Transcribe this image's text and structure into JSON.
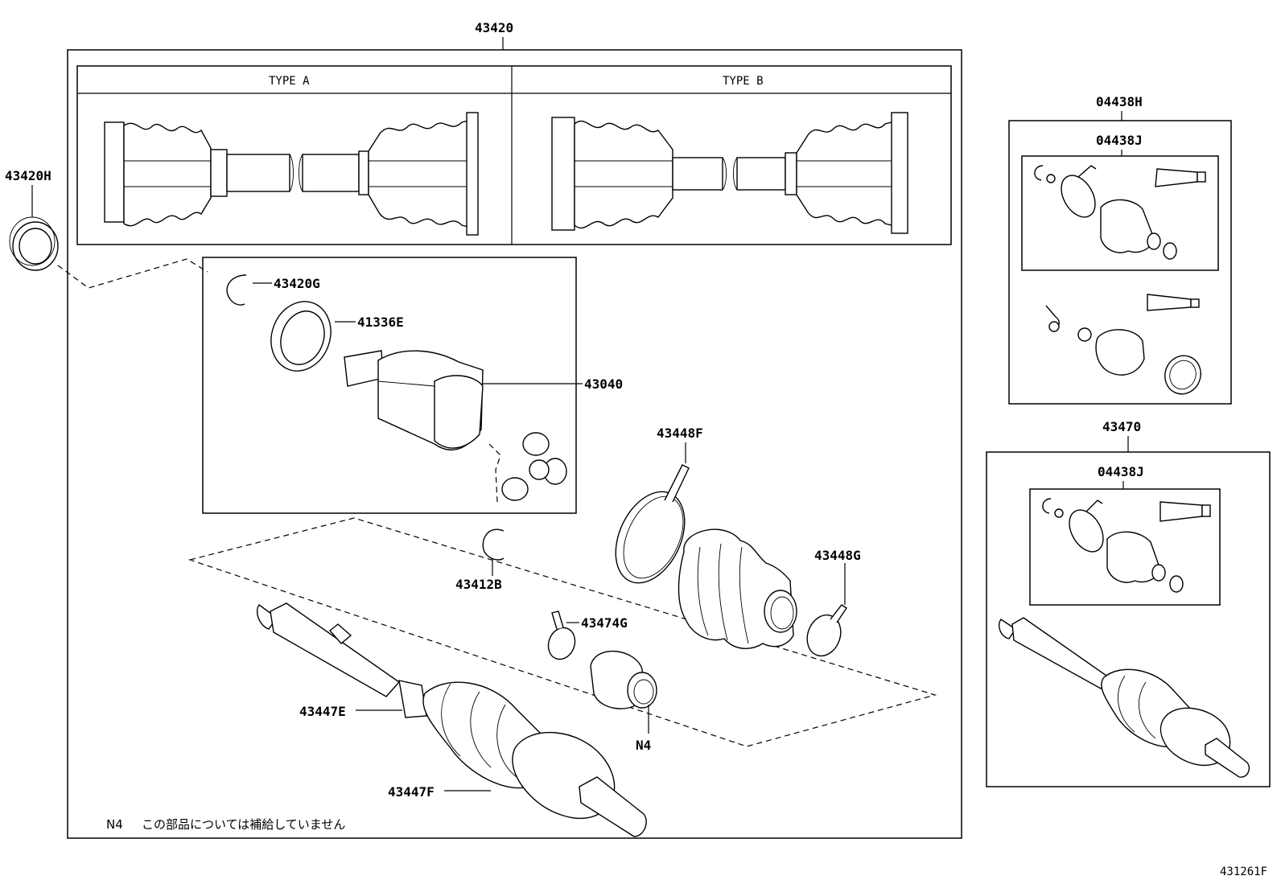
{
  "diagram": {
    "main_assembly": "43420",
    "types": {
      "type_a": "TYPE A",
      "type_b": "TYPE B"
    },
    "parts": {
      "p43420H": "43420H",
      "p43420G": "43420G",
      "p41336E": "41336E",
      "p43040": "43040",
      "p43448F": "43448F",
      "p43412B": "43412B",
      "p43474G": "43474G",
      "p43448G": "43448G",
      "p43447E": "43447E",
      "p43447F": "43447F",
      "pN4": "N4",
      "p04438H": "04438H",
      "p04438J_a": "04438J",
      "p43470": "43470",
      "p04438J_b": "04438J"
    },
    "note": {
      "code": "N4",
      "text": "この部品については補給していません"
    },
    "drawing_number": "431261F"
  }
}
